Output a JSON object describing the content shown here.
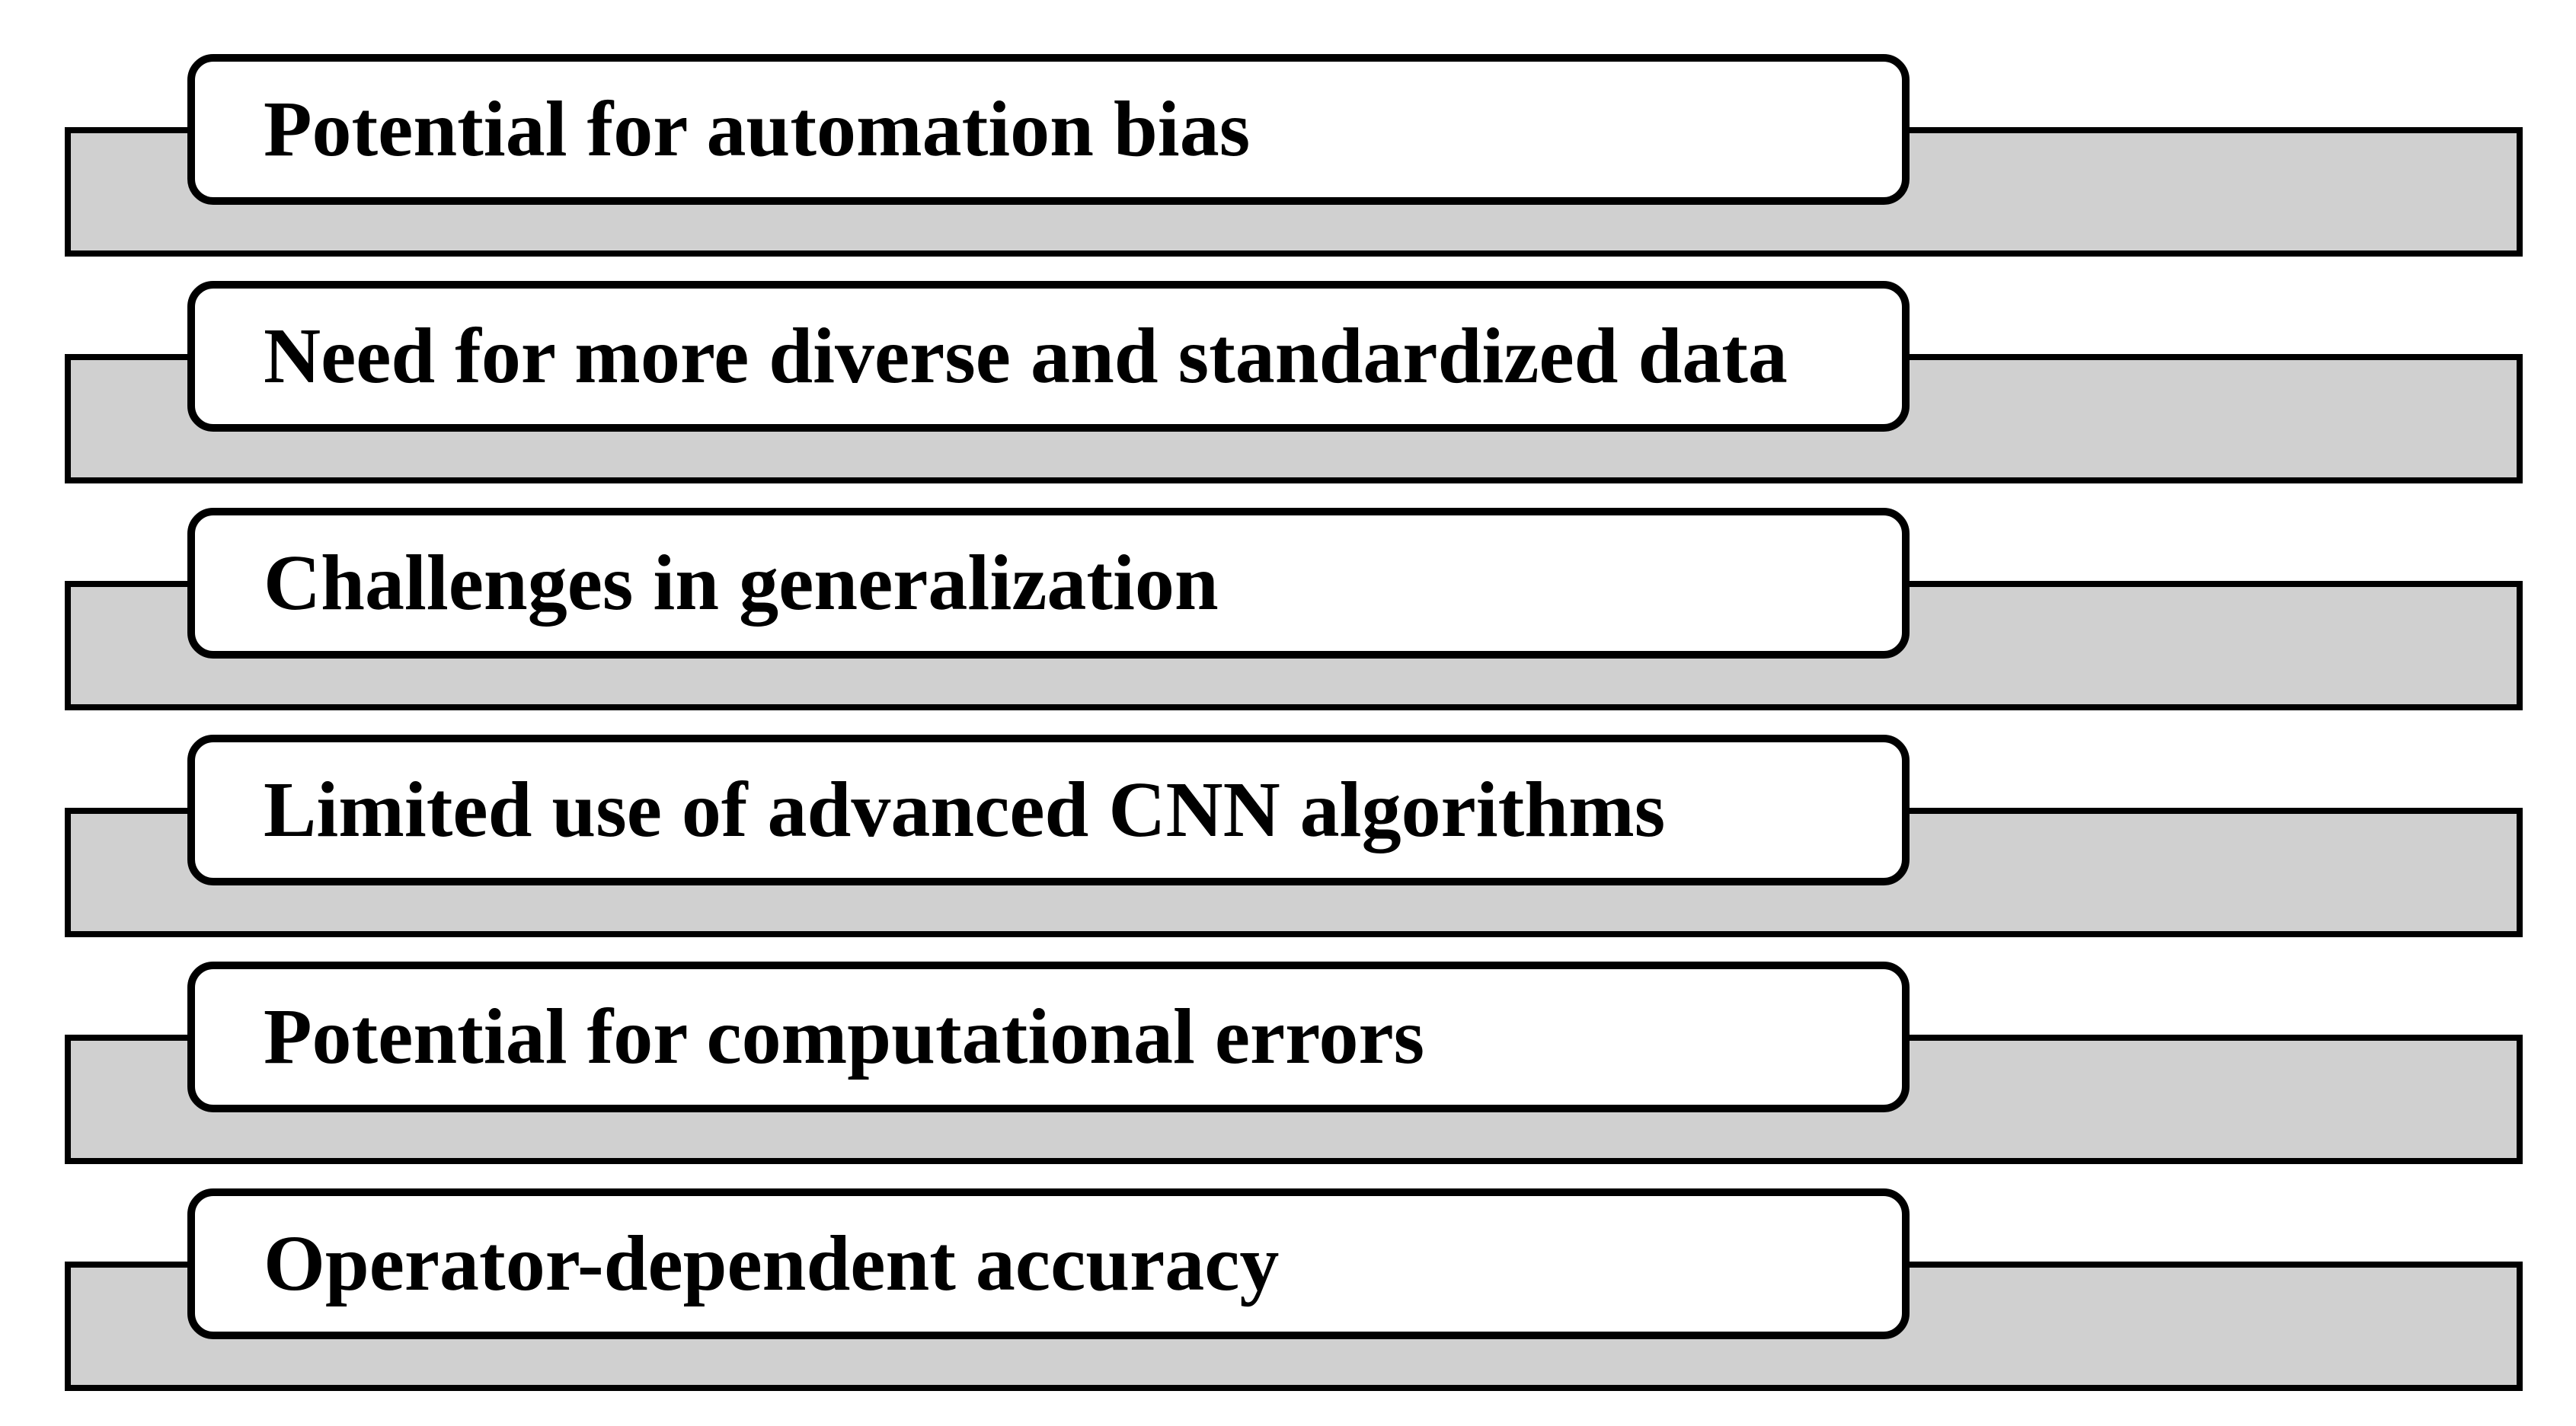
{
  "figure": {
    "type": "stacked-callout-list",
    "description_visible_items_only": true,
    "items": [
      {
        "label": "Potential for automation bias"
      },
      {
        "label": "Need for more diverse and standardized data"
      },
      {
        "label": "Challenges in generalization"
      },
      {
        "label": "Limited use of advanced CNN algorithms"
      },
      {
        "label": "Potential for computational errors"
      },
      {
        "label": "Operator-dependent accuracy"
      }
    ],
    "colors": {
      "bar_fill": "#d0d0d0",
      "box_fill": "#ffffff",
      "outline": "#000000",
      "text": "#000000"
    }
  }
}
